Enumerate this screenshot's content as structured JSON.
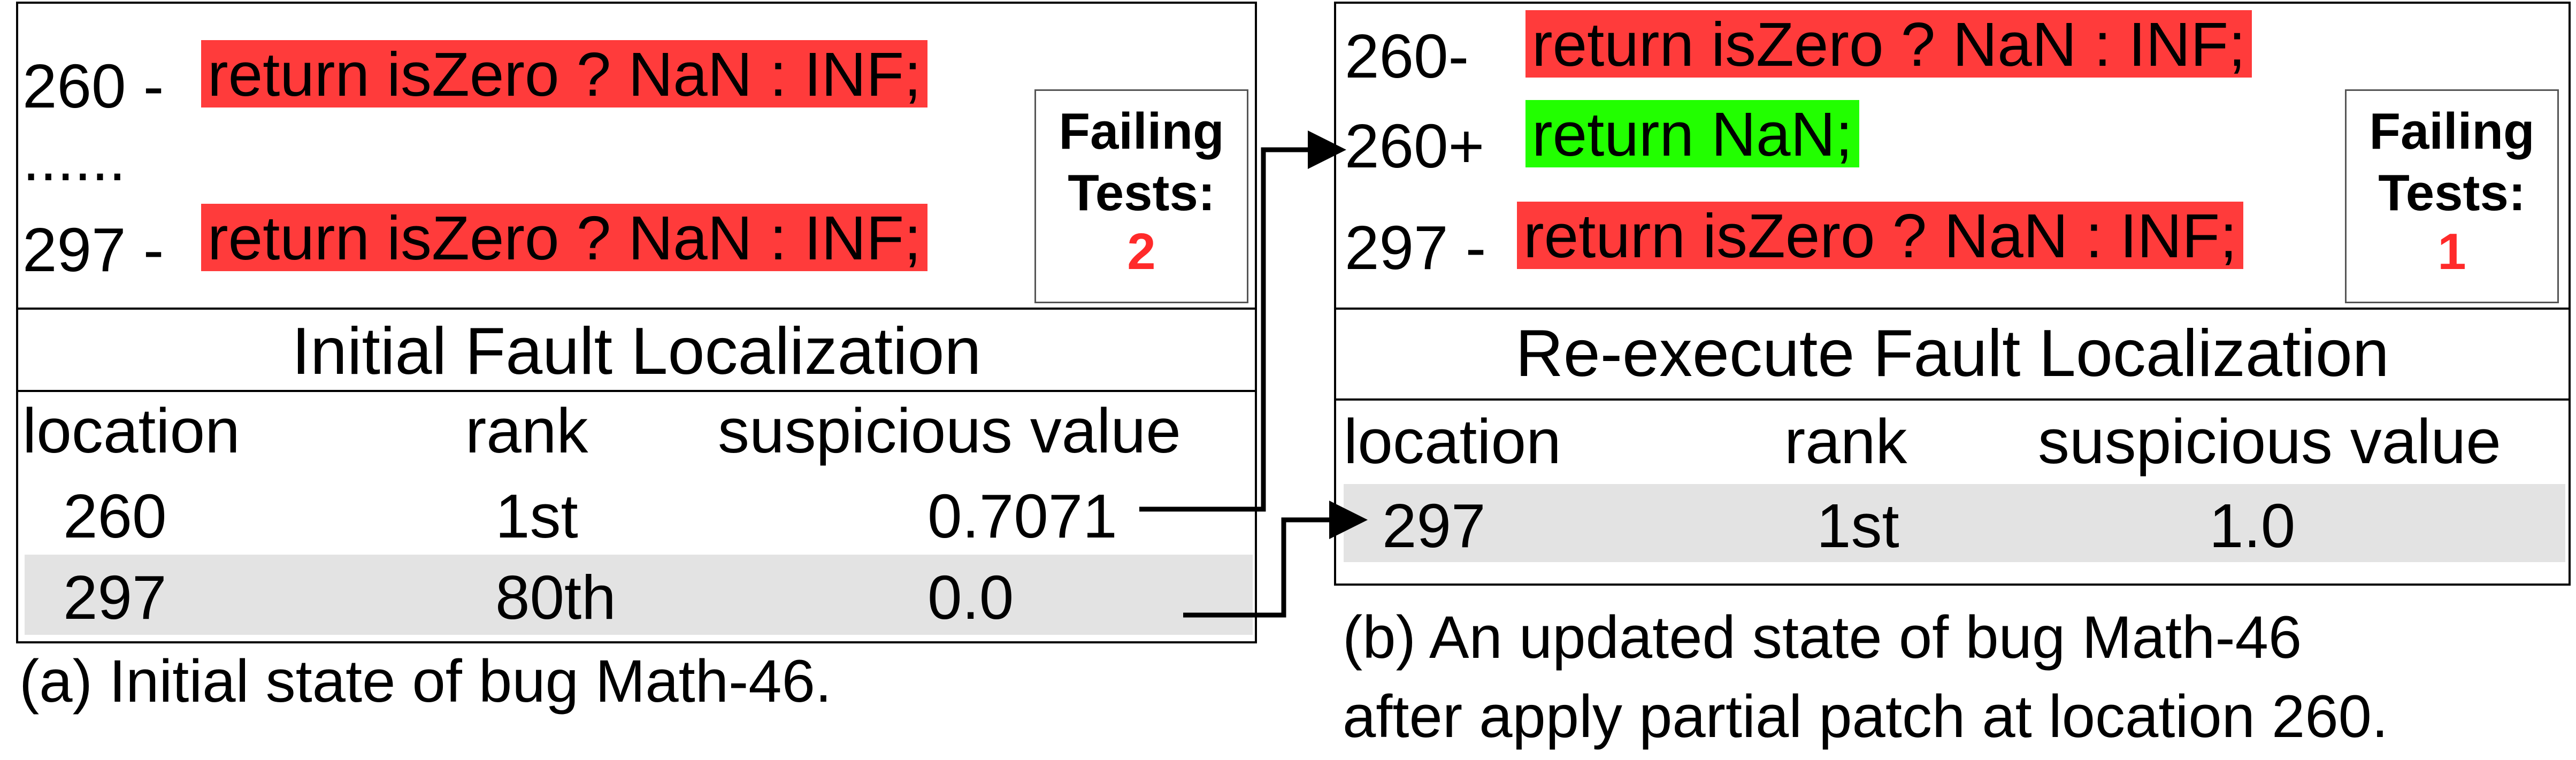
{
  "panel_a": {
    "code": {
      "line1_num": "260 -",
      "line1_code": "return isZero ? NaN : INF;",
      "ellipsis": "......",
      "line2_num": "297 -",
      "line2_code": "return isZero ? NaN : INF;"
    },
    "failing_tests": {
      "label_line1": "Failing",
      "label_line2": "Tests:",
      "count": "2"
    },
    "section_title": "Initial Fault Localization",
    "columns": [
      "location",
      "rank",
      "suspicious value"
    ],
    "rows": [
      {
        "location": "260",
        "rank": "1st",
        "value": "0.7071"
      },
      {
        "location": "297",
        "rank": "80th",
        "value": "0.0"
      }
    ],
    "caption": "(a) Initial state of bug Math-46."
  },
  "panel_b": {
    "code": {
      "line1_num": "260-",
      "line1_code": "return isZero ? NaN : INF;",
      "line2_num": "260+",
      "line2_code": "return NaN;",
      "line3_num": "297 -",
      "line3_code": "return isZero ? NaN : INF;"
    },
    "failing_tests": {
      "label_line1": "Failing",
      "label_line2": "Tests:",
      "count": "1"
    },
    "section_title": "Re-execute Fault Localization",
    "columns": [
      "location",
      "rank",
      "suspicious value"
    ],
    "rows": [
      {
        "location": "297",
        "rank": "1st",
        "value": "1.0"
      }
    ],
    "caption_line1": "(b) An updated state of bug Math-46",
    "caption_line2": "after apply partial patch at location 260."
  },
  "colors": {
    "removed_highlight": "#ff3b3b",
    "added_highlight": "#22ff00",
    "failing_count": "#ff2a2a",
    "row_shade": "#e3e3e3"
  }
}
